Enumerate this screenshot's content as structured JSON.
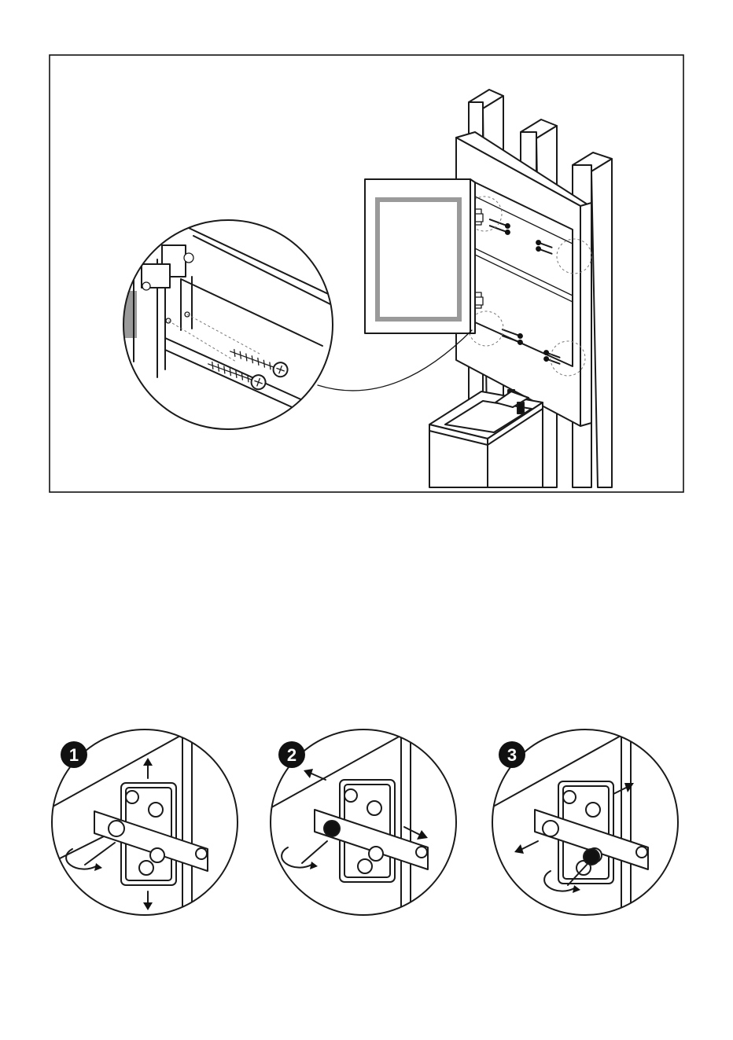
{
  "figure": {
    "colors": {
      "ink": "#1a1a1a",
      "led_strip": "#9a9a9a",
      "background": "#ffffff"
    },
    "icons": [
      "mounting-screw-icon",
      "hinge-icon",
      "rotate-arrow-icon",
      "direction-arrow-icon"
    ]
  },
  "steps": [
    {
      "number": "1"
    },
    {
      "number": "2"
    },
    {
      "number": "3"
    }
  ]
}
